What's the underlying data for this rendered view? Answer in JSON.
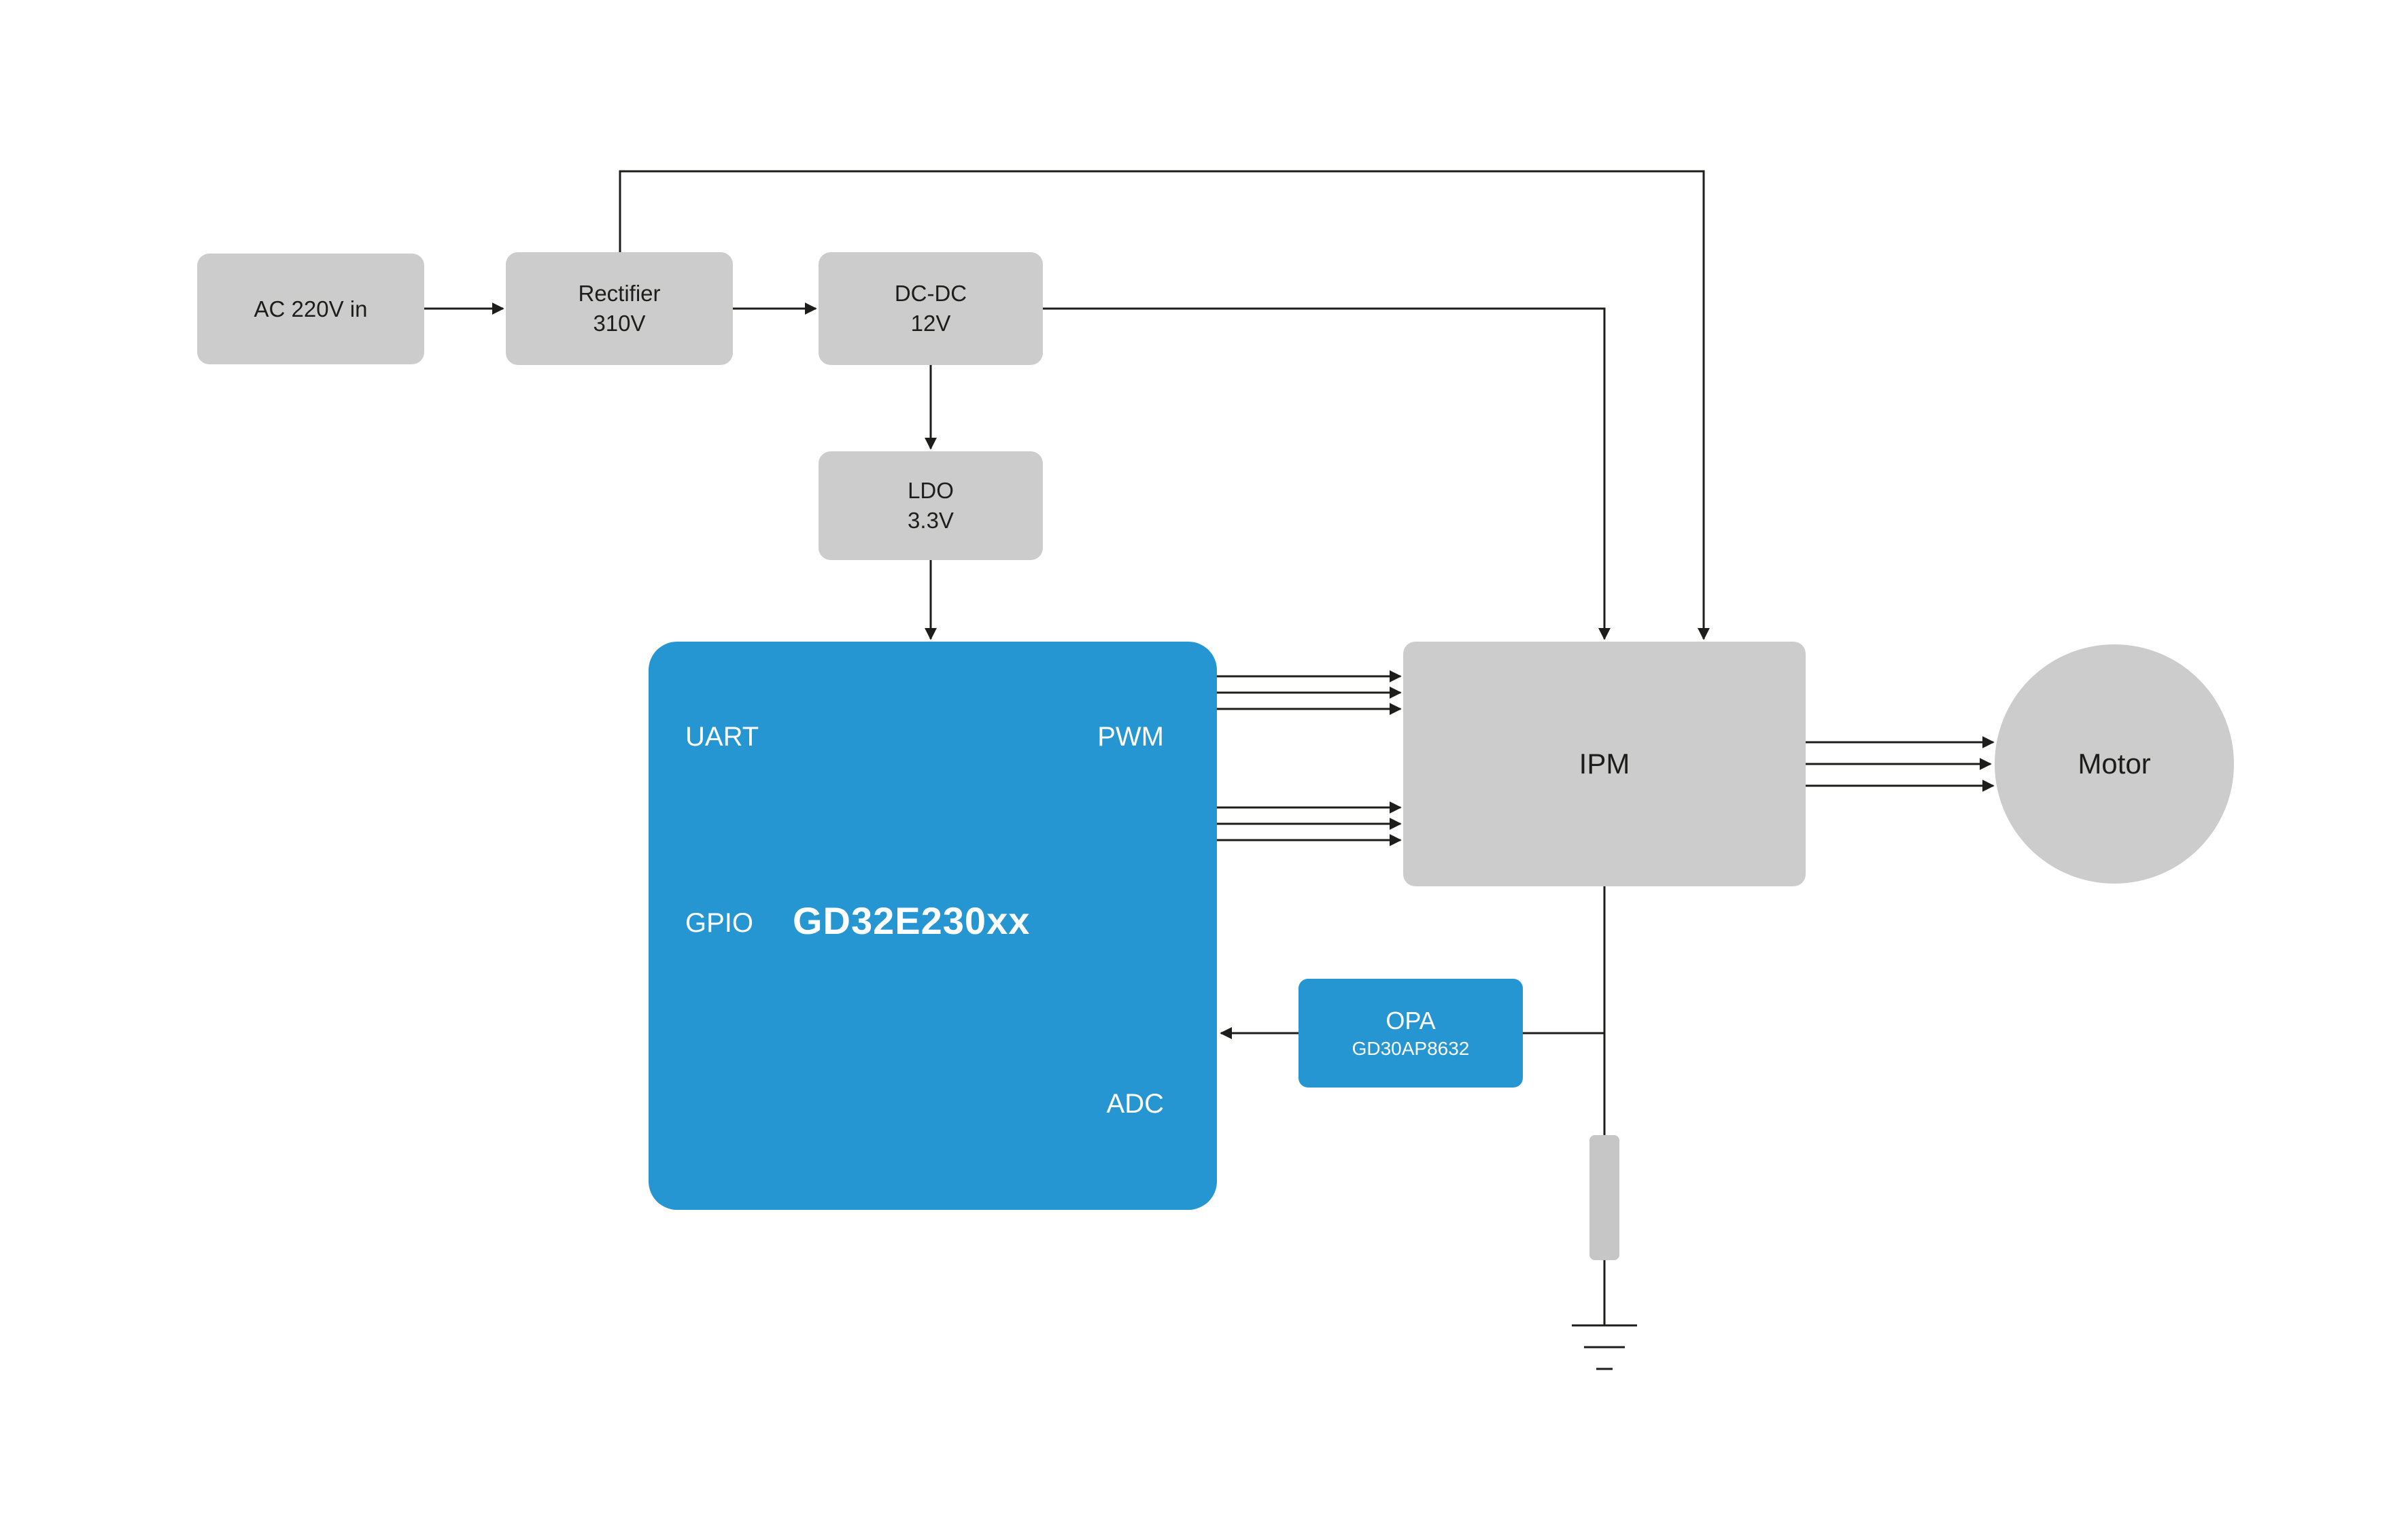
{
  "colors": {
    "block_gray": "#cccccc",
    "accent_blue": "#2596d2",
    "wire": "#1d1d1b",
    "text_dark": "#1d1d1b",
    "text_light": "#ffffff",
    "background": "#ffffff"
  },
  "nodes": {
    "ac_in": {
      "label": "AC 220V in"
    },
    "rectifier": {
      "line1": "Rectifier",
      "line2": "310V"
    },
    "dc_dc": {
      "line1": "DC-DC",
      "line2": "12V"
    },
    "ldo": {
      "line1": "LDO",
      "line2": "3.3V"
    },
    "mcu": {
      "part_number": "GD32E230xx",
      "port_uart": "UART",
      "port_pwm": "PWM",
      "port_gpio": "GPIO",
      "port_adc": "ADC"
    },
    "ipm": {
      "label": "IPM"
    },
    "motor": {
      "label": "Motor"
    },
    "opa": {
      "line1": "OPA",
      "line2": "GD30AP8632"
    }
  }
}
